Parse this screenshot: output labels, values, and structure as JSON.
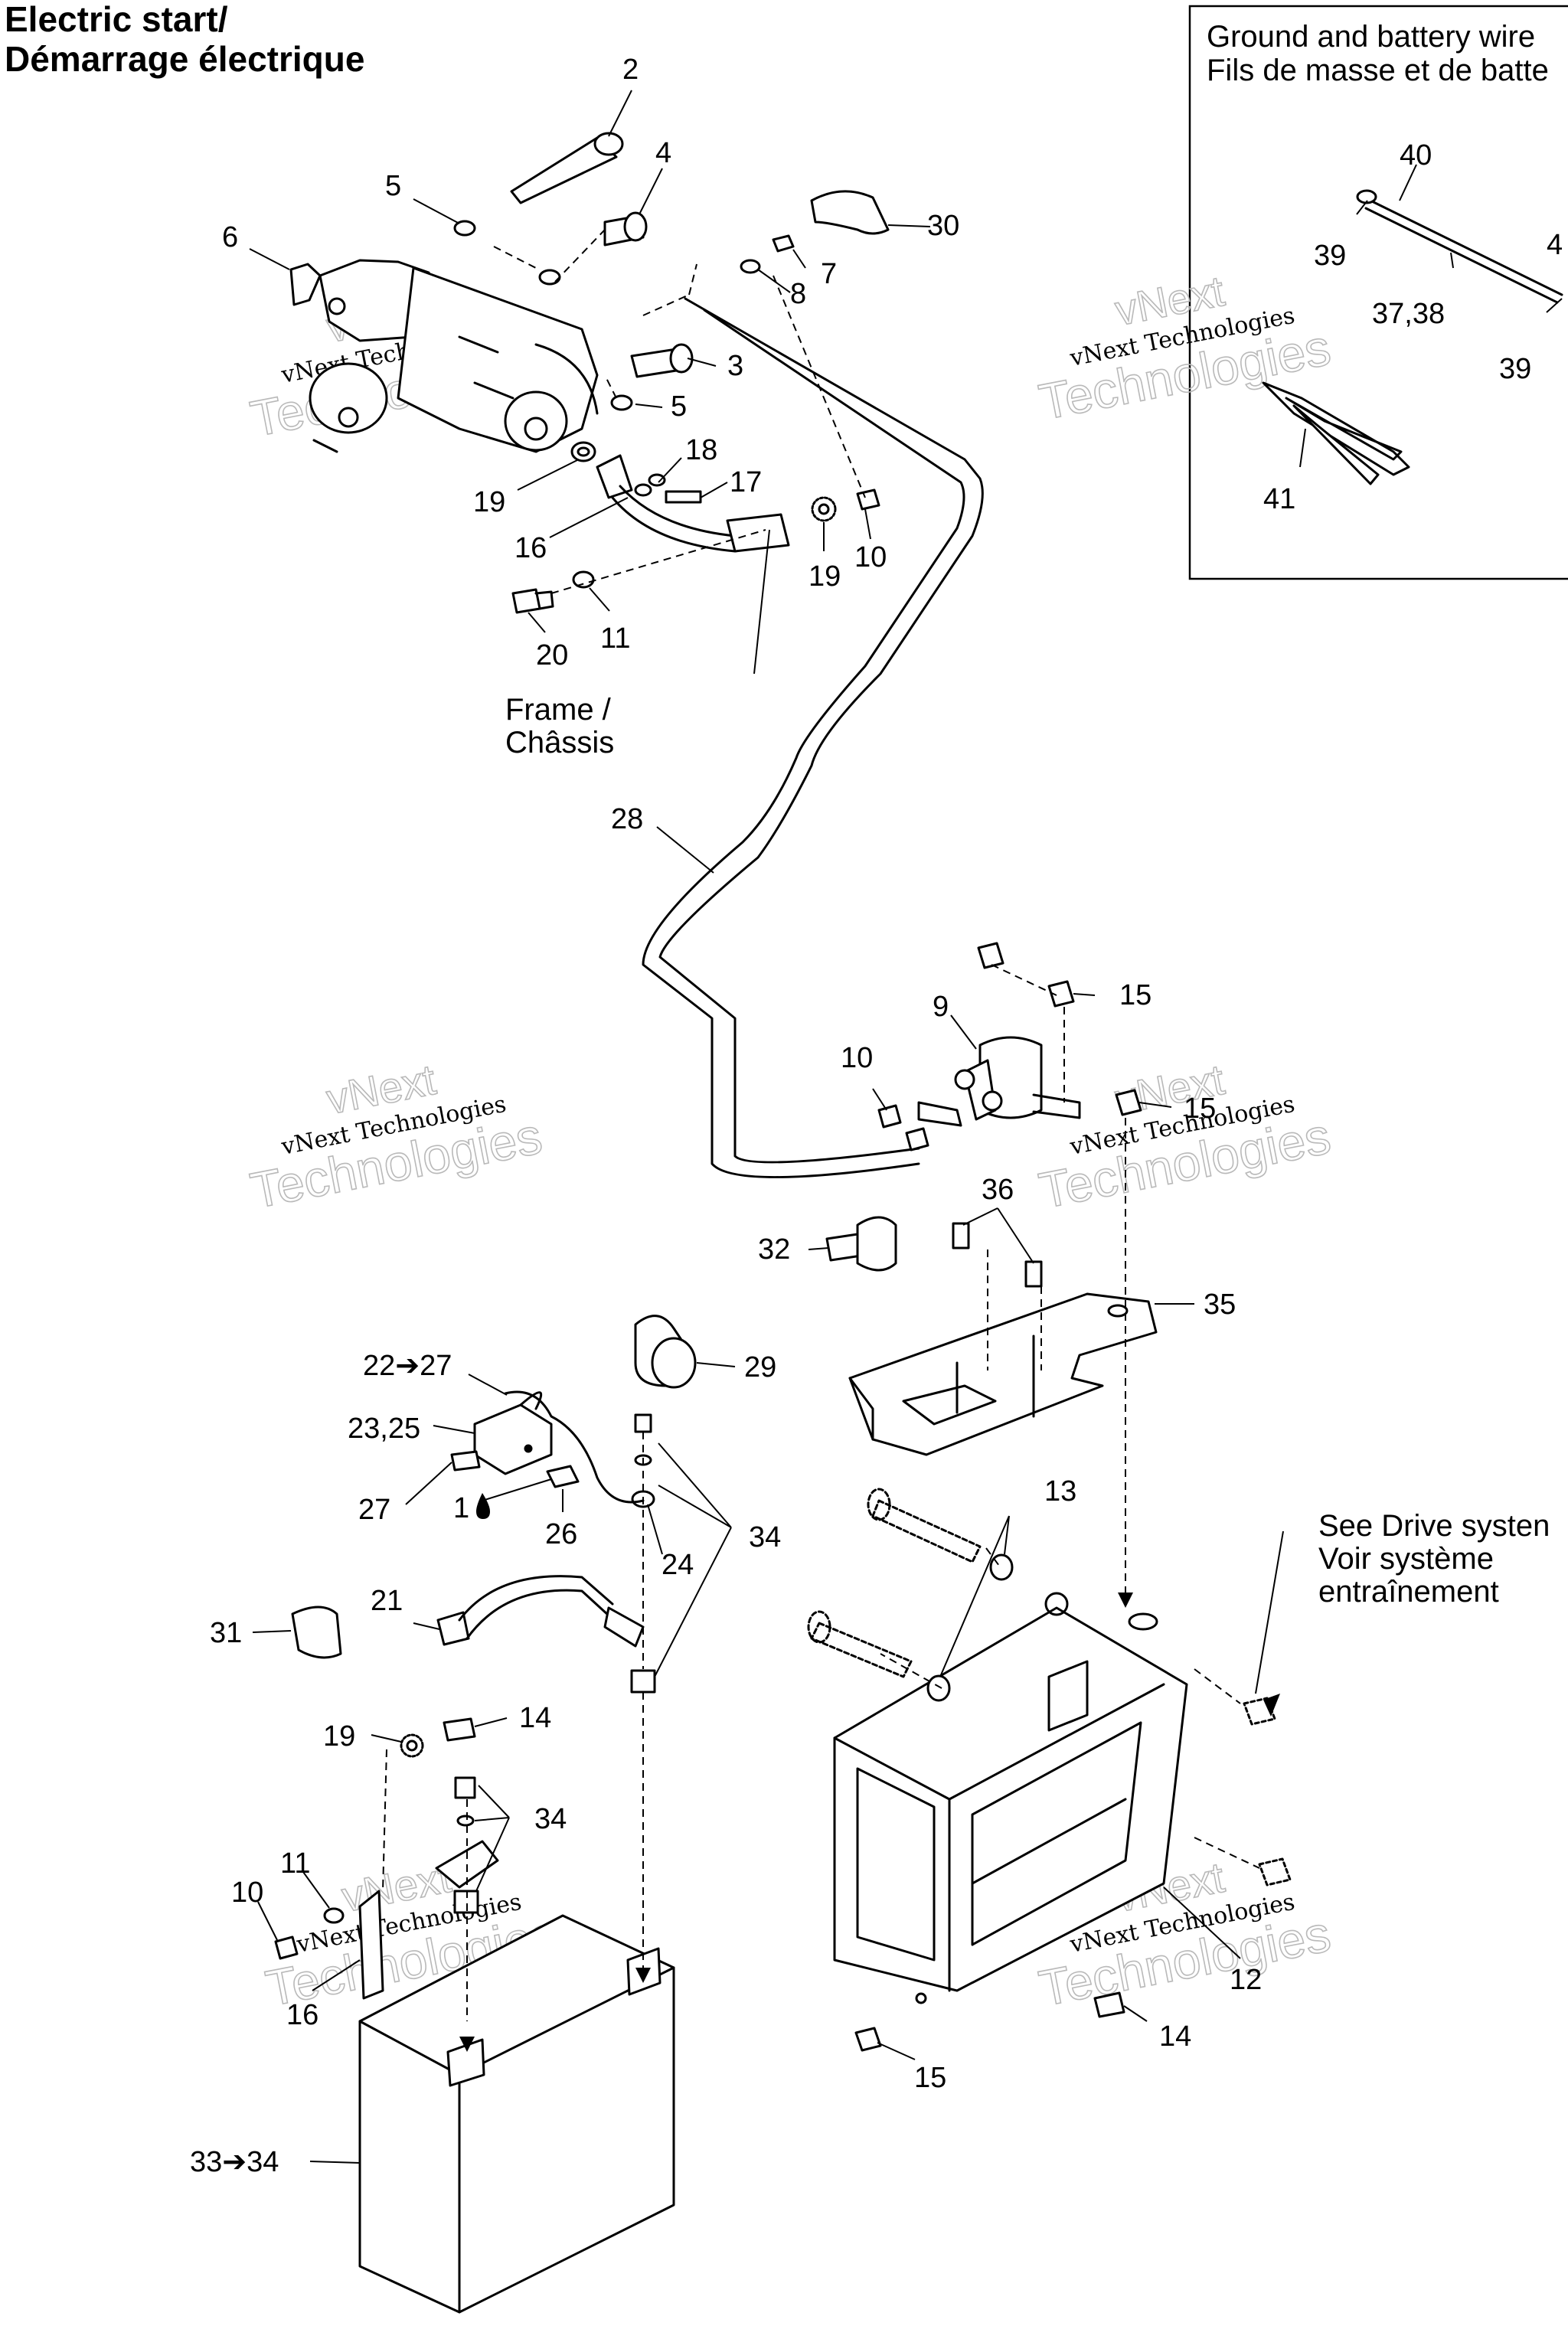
{
  "title": {
    "line1": "Electric start/",
    "line2": "Démarrage électrique"
  },
  "inset": {
    "title_line1": "Ground and battery wire",
    "title_line2": "Fils de masse et de batte"
  },
  "notes": {
    "frame_line1": "Frame /",
    "frame_line2": "Châssis",
    "drive_line1": "See Drive systen",
    "drive_line2": "Voir système",
    "drive_line3": "entraînement"
  },
  "watermark": {
    "line1": "vNext Technologies",
    "line2": "Technologies",
    "line3": "vNext"
  },
  "callouts": [
    {
      "id": "c-2",
      "text": "2"
    },
    {
      "id": "c-4",
      "text": "4"
    },
    {
      "id": "c-5a",
      "text": "5"
    },
    {
      "id": "c-6",
      "text": "6"
    },
    {
      "id": "c-30",
      "text": "30"
    },
    {
      "id": "c-7",
      "text": "7"
    },
    {
      "id": "c-8",
      "text": "8"
    },
    {
      "id": "c-3",
      "text": "3"
    },
    {
      "id": "c-5b",
      "text": "5"
    },
    {
      "id": "c-18",
      "text": "18"
    },
    {
      "id": "c-17",
      "text": "17"
    },
    {
      "id": "c-19a",
      "text": "19"
    },
    {
      "id": "c-16a",
      "text": "16"
    },
    {
      "id": "c-19b",
      "text": "19"
    },
    {
      "id": "c-10a",
      "text": "10"
    },
    {
      "id": "c-20",
      "text": "20"
    },
    {
      "id": "c-11a",
      "text": "11"
    },
    {
      "id": "c-28",
      "text": "28"
    },
    {
      "id": "c-9",
      "text": "9"
    },
    {
      "id": "c-15a",
      "text": "15"
    },
    {
      "id": "c-10b",
      "text": "10"
    },
    {
      "id": "c-15b",
      "text": "15"
    },
    {
      "id": "c-36",
      "text": "36"
    },
    {
      "id": "c-32",
      "text": "32"
    },
    {
      "id": "c-35",
      "text": "35"
    },
    {
      "id": "c-22-27",
      "text": "22➔27"
    },
    {
      "id": "c-29",
      "text": "29"
    },
    {
      "id": "c-23-25",
      "text": "23,25"
    },
    {
      "id": "c-27",
      "text": "27"
    },
    {
      "id": "c-1",
      "text": "1"
    },
    {
      "id": "c-26",
      "text": "26"
    },
    {
      "id": "c-24",
      "text": "24"
    },
    {
      "id": "c-34a",
      "text": "34"
    },
    {
      "id": "c-13",
      "text": "13"
    },
    {
      "id": "c-21",
      "text": "21"
    },
    {
      "id": "c-31",
      "text": "31"
    },
    {
      "id": "c-19c",
      "text": "19"
    },
    {
      "id": "c-14a",
      "text": "14"
    },
    {
      "id": "c-34b",
      "text": "34"
    },
    {
      "id": "c-11b",
      "text": "11"
    },
    {
      "id": "c-10c",
      "text": "10"
    },
    {
      "id": "c-16b",
      "text": "16"
    },
    {
      "id": "c-12",
      "text": "12"
    },
    {
      "id": "c-14b",
      "text": "14"
    },
    {
      "id": "c-15c",
      "text": "15"
    },
    {
      "id": "c-33-34",
      "text": "33➔34"
    },
    {
      "id": "c-40",
      "text": "40"
    },
    {
      "id": "c-39a",
      "text": "39"
    },
    {
      "id": "c-4b",
      "text": "4"
    },
    {
      "id": "c-37-38",
      "text": "37,38"
    },
    {
      "id": "c-39b",
      "text": "39"
    },
    {
      "id": "c-41",
      "text": "41"
    }
  ]
}
